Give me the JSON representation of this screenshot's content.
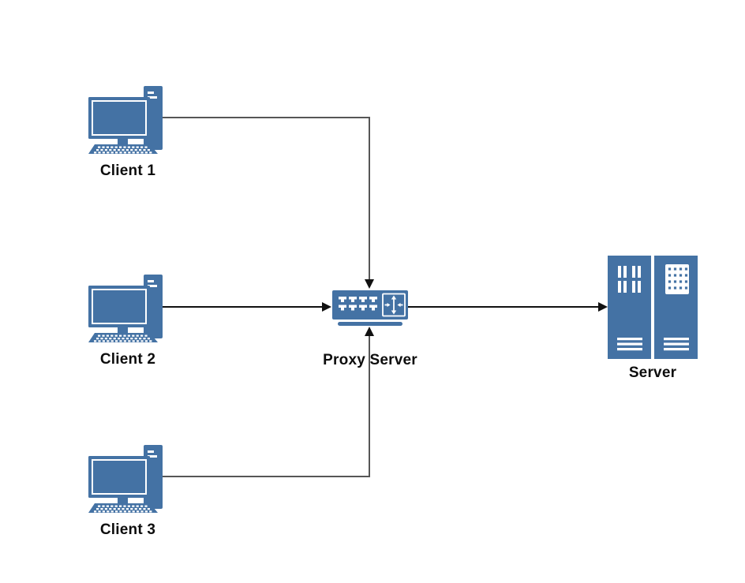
{
  "diagram": {
    "colors": {
      "shape_blue": "#4472a4",
      "connector_gray": "#565656",
      "connector_black": "#111111",
      "label_color": "#0d0d0d",
      "canvas_bg": "#ffffff"
    },
    "nodes": {
      "client1": {
        "label": "Client 1",
        "type": "desktop-computer"
      },
      "client2": {
        "label": "Client 2",
        "type": "desktop-computer"
      },
      "client3": {
        "label": "Client 3",
        "type": "desktop-computer"
      },
      "proxy": {
        "label": "Proxy Server",
        "type": "network-switch"
      },
      "server": {
        "label": "Server",
        "type": "server-rack"
      }
    },
    "edges": [
      {
        "from": "client1",
        "to": "proxy",
        "route": "right-then-down",
        "arrowhead": "into-proxy-top"
      },
      {
        "from": "client2",
        "to": "proxy",
        "route": "straight-right",
        "arrowhead": "into-proxy-left"
      },
      {
        "from": "client3",
        "to": "proxy",
        "route": "right-then-up",
        "arrowhead": "into-proxy-bottom"
      },
      {
        "from": "proxy",
        "to": "server",
        "route": "straight-right",
        "arrowhead": "into-server-left"
      }
    ]
  }
}
